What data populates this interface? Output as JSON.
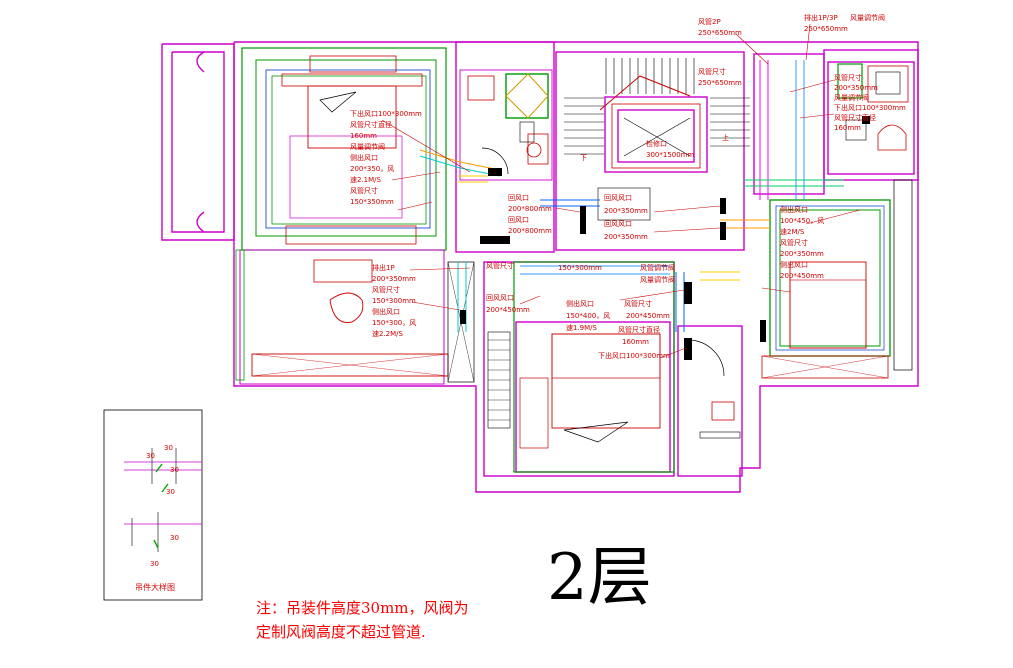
{
  "floor_title": "2层",
  "note_lines": [
    "注：吊装件高度30mm，风阀为",
    "定制风阀高度不超过管道."
  ],
  "detail": {
    "caption": "吊件大样图",
    "dims": [
      "30",
      "30",
      "30",
      "30",
      "30",
      "30"
    ]
  },
  "labels": {
    "master_top_left": [
      "下出风口100*300mm",
      "风管尺寸直径",
      "160mm",
      "风量调节阀",
      "侧出风口",
      "200*350，风",
      "速2.1M/S",
      "风管尺寸",
      "150*350mm"
    ],
    "lower_left": [
      "排出1P",
      "200*350mm",
      "风管尺寸",
      "150*300mm",
      "侧出风口",
      "150*300，风",
      "速2.2M/S"
    ],
    "center_left": [
      "回风口",
      "200*800mm",
      "回风口",
      "200*800mm"
    ],
    "stair_center": [
      "检修口",
      "300*1500mm"
    ],
    "center_top": [
      "风管尺寸",
      "250*650mm"
    ],
    "top_mid": [
      "风管2P",
      "250*650mm"
    ],
    "top_right_a": [
      "排出1P/3P",
      "250*650mm"
    ],
    "top_right_b": [
      "风量调节阀"
    ],
    "right_upper": [
      "风管尺寸",
      "200*350mm",
      "风量调节阀",
      "下出风口100*300mm",
      "风管尺寸直径",
      "160mm"
    ],
    "center_returns": [
      "回风风口",
      "200*350mm",
      "回风风口",
      "200*350mm"
    ],
    "center_lower": [
      "风管尺寸",
      "150*300mm",
      "回风风口",
      "200*450mm",
      "风管调节阀",
      "风量调节阀",
      "侧出风口",
      "150*400，风",
      "速1.9M/S",
      "风管尺寸",
      "200*450mm",
      "风管尺寸直径",
      "160mm",
      "下出风口100*300mm"
    ],
    "right_lower": [
      "侧出风口",
      "100*450，风",
      "速2M/S",
      "风管尺寸",
      "200*350mm",
      "侧出风口",
      "200*450mm"
    ],
    "up_marks": [
      "下",
      "上"
    ]
  }
}
